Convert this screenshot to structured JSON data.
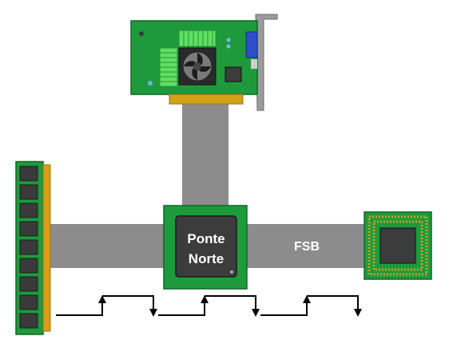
{
  "northbridge": {
    "line1": "Ponte",
    "line2": "Norte"
  },
  "fsb_label": "FSB",
  "colors": {
    "bus": "#8c8c8c",
    "pcb_green": "#1e9a3c",
    "chip": "#3c3c3c",
    "gold": "#d4a017"
  }
}
